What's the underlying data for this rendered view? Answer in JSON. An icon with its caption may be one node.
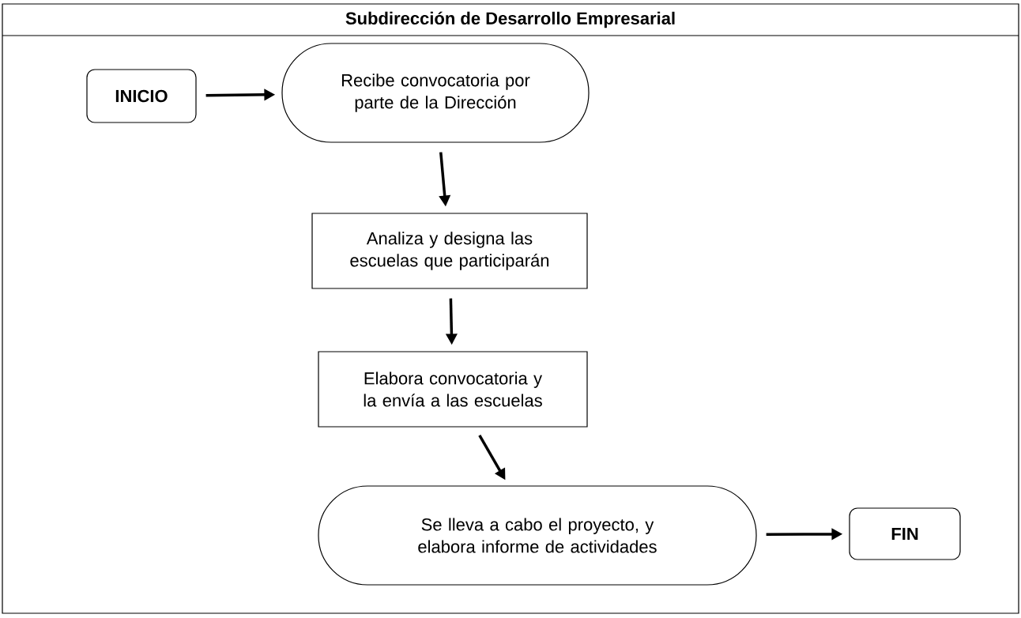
{
  "diagram": {
    "title": "Subdirección de Desarrollo Empresarial",
    "nodes": [
      {
        "text": [
          "INICIO"
        ]
      },
      {
        "text": [
          "Recibe convocatoria por parte de la Dirección"
        ]
      },
      {
        "text": [
          "Analiza y designa las escuelas que participarán"
        ]
      },
      {
        "text": [
          "Elabora convocatoria y la envía a las escuelas"
        ]
      },
      {
        "text": [
          "Se lleva a cabo el proyecto, y elabora informe de actividades"
        ]
      },
      {
        "text": [
          "FIN"
        ]
      }
    ],
    "edges": [
      {
        "from": 0,
        "to": 1,
        "arrow": "to"
      },
      {
        "from": 1,
        "to": 2,
        "arrow": "to"
      },
      {
        "from": 2,
        "to": 3,
        "arrow": "to"
      },
      {
        "from": 3,
        "to": 4,
        "arrow": "to"
      },
      {
        "from": 4,
        "to": 5,
        "arrow": "to"
      }
    ]
  }
}
